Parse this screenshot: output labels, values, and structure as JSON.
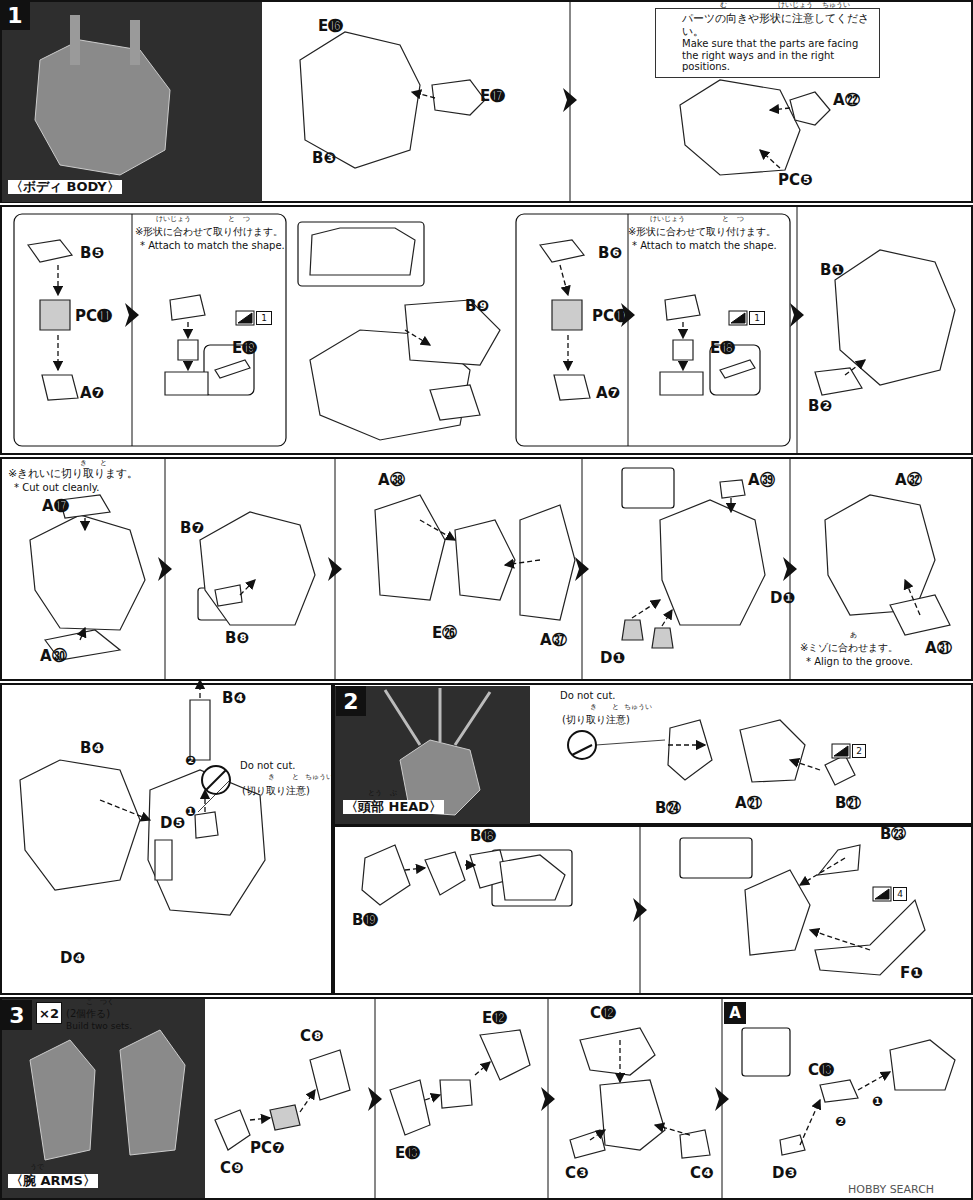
{
  "diagram": {
    "nodes": [
      {
        "text": [
          "1"
        ]
      },
      {
        "text": [
          "パーツの向きや形状に注意してください。",
          "Make sure that the parts are facing the right ways and in the right positions."
        ]
      },
      {
        "text": [
          "1"
        ]
      },
      {
        "text": [
          "1"
        ]
      },
      {
        "text": [
          "2"
        ]
      },
      {
        "text": [
          "2"
        ]
      },
      {
        "text": [
          "4"
        ]
      },
      {
        "text": [
          "3"
        ]
      },
      {
        "text": [
          "×2"
        ]
      },
      {
        "text": [
          "A"
        ]
      }
    ],
    "labels": [
      "〈ボディ BODY〉",
      "E⓰",
      "E⓱",
      "B❸",
      "む",
      "けいじょう",
      "ちゅうい",
      "A㉒",
      "PC❺",
      "B❺",
      "PC⓫",
      "A❼",
      "けいじょう",
      "と",
      "つ",
      "※形状に合わせて取り付けます。",
      "* Attach to match the shape.",
      "E⓳",
      "B❾",
      "B❻",
      "PC⓫",
      "A❼",
      "けいじょう",
      "と",
      "つ",
      "※形状に合わせて取り付けます。",
      "* Attach to match the shape.",
      "E⓲",
      "B❶",
      "B❷",
      "き",
      "と",
      "※きれいに切り取ります。",
      "* Cut out cleanly.",
      "A⓱",
      "A㉚",
      "B❼",
      "B❽",
      "A㊳",
      "E㉖",
      "A㊲",
      "A㊴",
      "D❶",
      "D❶",
      "A㉜",
      "A㉛",
      "あ",
      "※ミゾに合わせます。",
      "* Align to the groove.",
      "B❹",
      "❷",
      "Do not cut.",
      "き",
      "と",
      "ちゅうい",
      "(切り取り注意)",
      "❶",
      "B❹",
      "D❹",
      "D❺",
      "とう",
      "ぶ",
      "〈頭部 HEAD〉",
      "Do not cut.",
      "き",
      "と",
      "ちゅうい",
      "(切り取り注意)",
      "B㉔",
      "A㉑",
      "B㉑",
      "B⓲",
      "B⓳",
      "B㉓",
      "F❶",
      "こ",
      "つく",
      "(2個作る)",
      "Build two sets.",
      "うで",
      "〈腕 ARMS〉",
      "C❽",
      "PC❼",
      "C❾",
      "E⓬",
      "E⓭",
      "C⓬",
      "C❸",
      "C❹",
      "C⓭",
      "D❸",
      "❶",
      "❷",
      "HOBBY SEARCH"
    ]
  }
}
